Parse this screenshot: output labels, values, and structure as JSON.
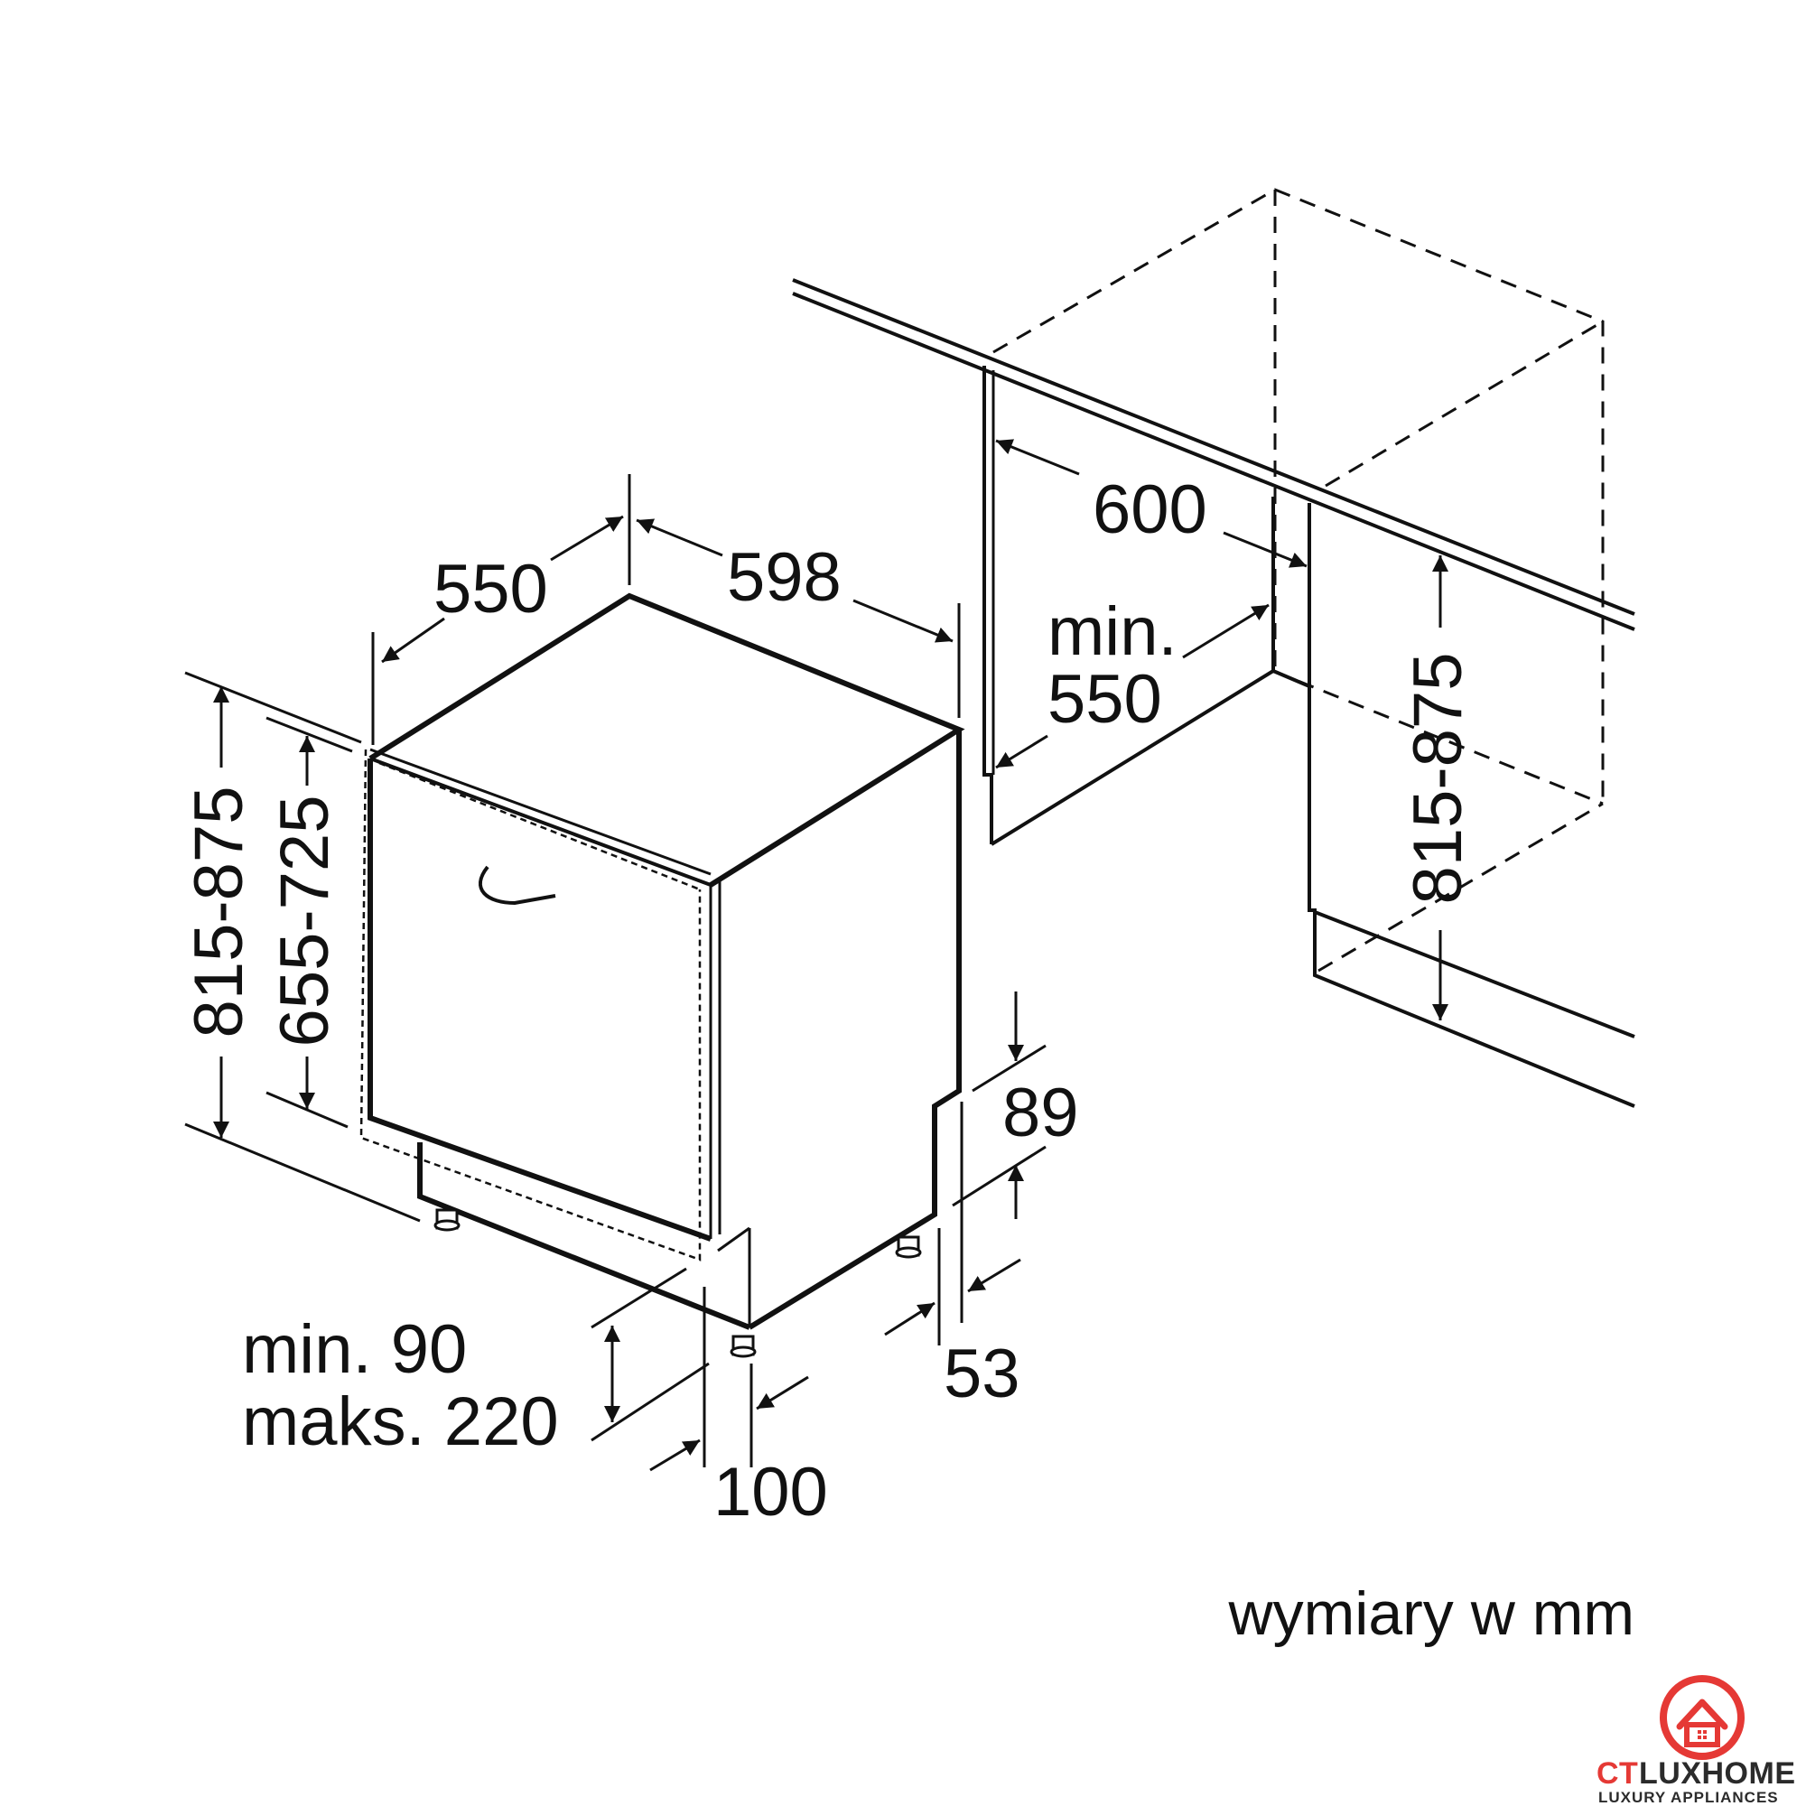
{
  "dimensions": {
    "depth": "550",
    "width": "598",
    "niche_width": "600",
    "niche_depth_line1": "min.",
    "niche_depth_line2": "550",
    "height_left": "815-875",
    "door_height": "655-725",
    "niche_height": "815-875",
    "plinth_offset": "89",
    "foot_offset": "53",
    "plinth_line1": "min. 90",
    "plinth_line2": "maks. 220",
    "plinth_depth": "100"
  },
  "caption": "wymiary w mm",
  "logo": {
    "brand_left": "CT",
    "brand_right": "LUXHOME",
    "tagline": "LUXURY APPLIANCES",
    "primary_color": "#e53935",
    "text_color": "#2b2b2b"
  }
}
